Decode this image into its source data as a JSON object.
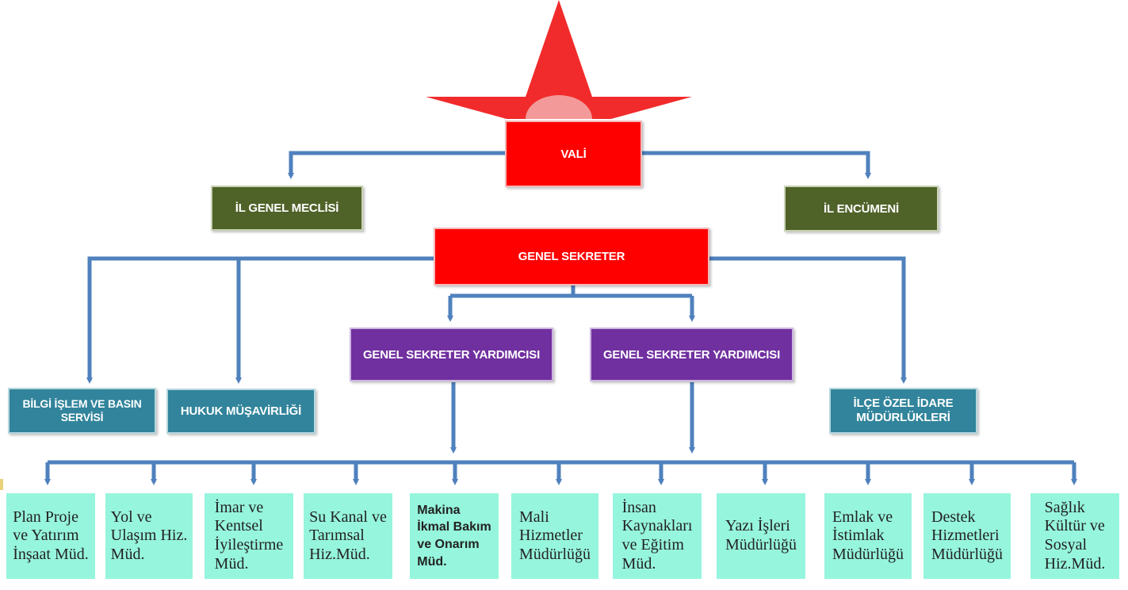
{
  "top": {
    "vali": "VALİ",
    "il_genel_meclisi": "İL GENEL MECLİSİ",
    "il_encumeni": "İL ENCÜMENİ",
    "genel_sekreter": "GENEL SEKRETER"
  },
  "assistants": [
    "GENEL SEKRETER YARDIMCISI",
    "GENEL SEKRETER YARDIMCISI"
  ],
  "side_units": {
    "bilgi_islem": "BİLGİ İŞLEM VE BASIN\nSERVİSİ",
    "hukuk": "HUKUK MÜŞAVİRLİĞİ",
    "ilce": "İLÇE ÖZEL İDARE\nMÜDÜRLÜKLERİ"
  },
  "departments": [
    "Plan Proje\nve Yatırım\nİnşaat Müd.",
    "Yol ve\nUlaşım Hiz.\nMüd.",
    "İmar ve\nKentsel\nİyileştirme\nMüd.",
    "Su Kanal ve\nTarımsal\nHiz.Müd.",
    "Makina\nİkmal Bakım\nve Onarım\nMüd.",
    "Mali\nHizmetler\nMüdürlüğü",
    "İnsan\nKaynakları\nve Eğitim\nMüd.",
    "Yazı İşleri\nMüdürlüğü",
    "Emlak ve\nİstimlak\nMüdürlüğü",
    "Destek\nHizmetleri\nMüdürlüğü",
    "Sağlık\nKültür ve\nSosyal\nHiz.Müd."
  ],
  "colors": {
    "connector": "#4f81bd",
    "red": "#ff0000",
    "olive": "#4f6228",
    "purple": "#7030a0",
    "teal": "#31849b",
    "leaf": "#96f5dd"
  },
  "icons": {
    "emblem": "red-star-emblem-icon"
  }
}
